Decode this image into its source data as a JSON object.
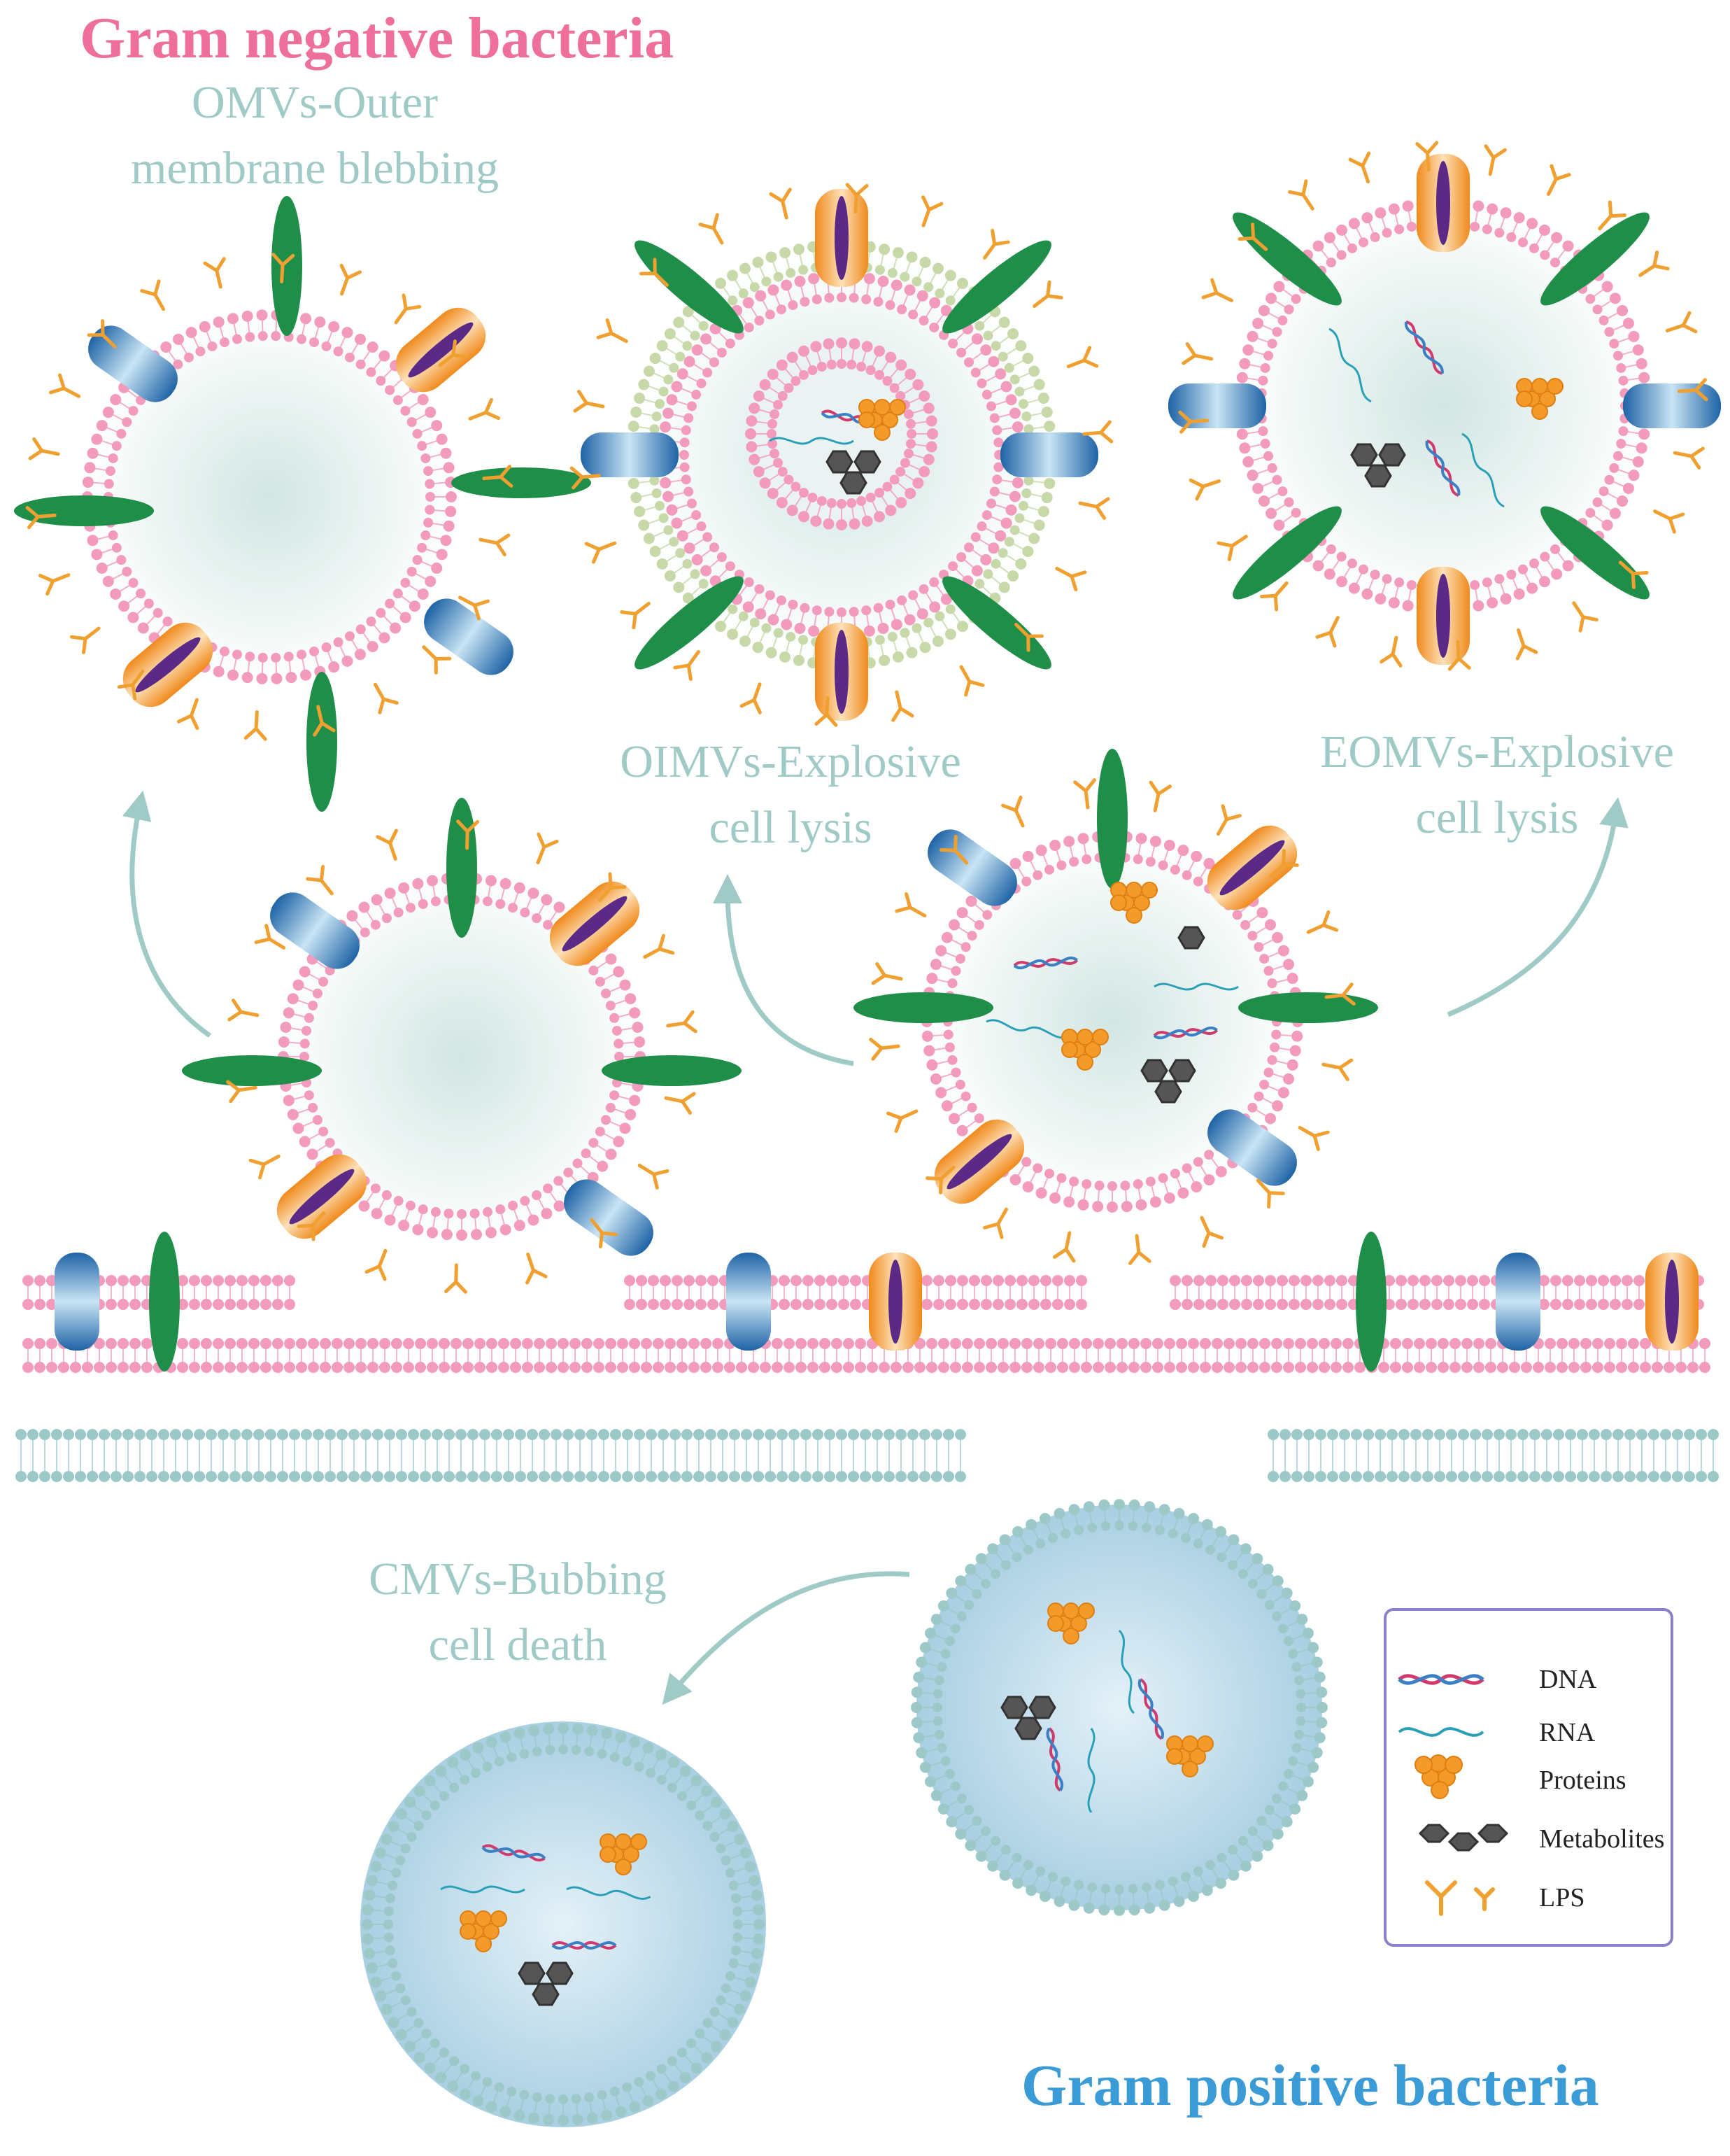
{
  "titles": {
    "gram_negative": "Gram negative bacteria",
    "gram_positive": "Gram positive bacteria"
  },
  "labels": {
    "omv_line1": "OMVs-Outer",
    "omv_line2": "membrane blebbing",
    "oimv_line1": "OIMVs-Explosive",
    "oimv_line2": "cell lysis",
    "eomv_line1": "EOMVs-Explosive",
    "eomv_line2": "cell lysis",
    "cmv_line1": "CMVs-Bubbing",
    "cmv_line2": "cell death"
  },
  "legend": {
    "items": [
      {
        "label": "DNA",
        "icon": "dna-icon"
      },
      {
        "label": "RNA",
        "icon": "rna-icon"
      },
      {
        "label": "Proteins",
        "icon": "protein-icon"
      },
      {
        "label": "Metabolites",
        "icon": "metabolite-icon"
      },
      {
        "label": "LPS",
        "icon": "lps-icon"
      }
    ]
  },
  "colors": {
    "gram_negative_title": "#ef6f9c",
    "gram_positive_title": "#3a9bd6",
    "label_text": "#9fcac5",
    "outer_membrane": "#f29bbd",
    "inner_membrane": "#9cc9c8",
    "green_protein": "#1e8e48",
    "blue_porin": "#1f6fb0",
    "orange_channel": "#f39a2b",
    "purple_core": "#5b2a86",
    "lps": "#f0a030",
    "arrow": "#9fcac5",
    "legend_border": "#8e7fc9"
  }
}
